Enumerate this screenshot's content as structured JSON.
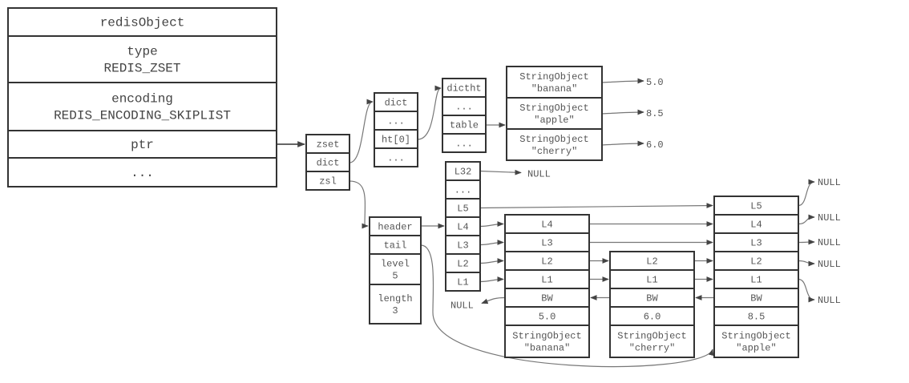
{
  "redis_object": {
    "rows": [
      {
        "lines": [
          "redisObject"
        ]
      },
      {
        "lines": [
          "type",
          "REDIS_ZSET"
        ]
      },
      {
        "lines": [
          "encoding",
          "REDIS_ENCODING_SKIPLIST"
        ]
      },
      {
        "lines": [
          "ptr"
        ]
      },
      {
        "lines": [
          "..."
        ]
      }
    ]
  },
  "zset": {
    "rows": [
      "zset",
      "dict",
      "zsl"
    ]
  },
  "dict": {
    "rows": [
      "dict",
      "...",
      "ht[0]",
      "..."
    ]
  },
  "dictht": {
    "rows": [
      "dictht",
      "...",
      "table",
      "..."
    ]
  },
  "dict_entries": [
    {
      "key_lines": [
        "StringObject",
        "\"banana\""
      ],
      "score": "5.0"
    },
    {
      "key_lines": [
        "StringObject",
        "\"apple\""
      ],
      "score": "8.5"
    },
    {
      "key_lines": [
        "StringObject",
        "\"cherry\""
      ],
      "score": "6.0"
    }
  ],
  "zskiplist": {
    "rows": [
      {
        "lines": [
          "header"
        ]
      },
      {
        "lines": [
          "tail"
        ]
      },
      {
        "lines": [
          "level",
          "5"
        ]
      },
      {
        "lines": [
          "length",
          "3"
        ]
      }
    ]
  },
  "header_node": {
    "levels": [
      "L32",
      "...",
      "L5",
      "L4",
      "L3",
      "L2",
      "L1"
    ]
  },
  "skiplist_nodes": [
    {
      "levels": [
        "L4",
        "L3",
        "L2",
        "L1"
      ],
      "backward": "BW",
      "score": "5.0",
      "obj_lines": [
        "StringObject",
        "\"banana\""
      ]
    },
    {
      "levels": [
        "L2",
        "L1"
      ],
      "backward": "BW",
      "score": "6.0",
      "obj_lines": [
        "StringObject",
        "\"cherry\""
      ]
    },
    {
      "levels": [
        "L5",
        "L4",
        "L3",
        "L2",
        "L1"
      ],
      "backward": "BW",
      "score": "8.5",
      "obj_lines": [
        "StringObject",
        "\"apple\""
      ]
    }
  ],
  "null_label": "NULL"
}
